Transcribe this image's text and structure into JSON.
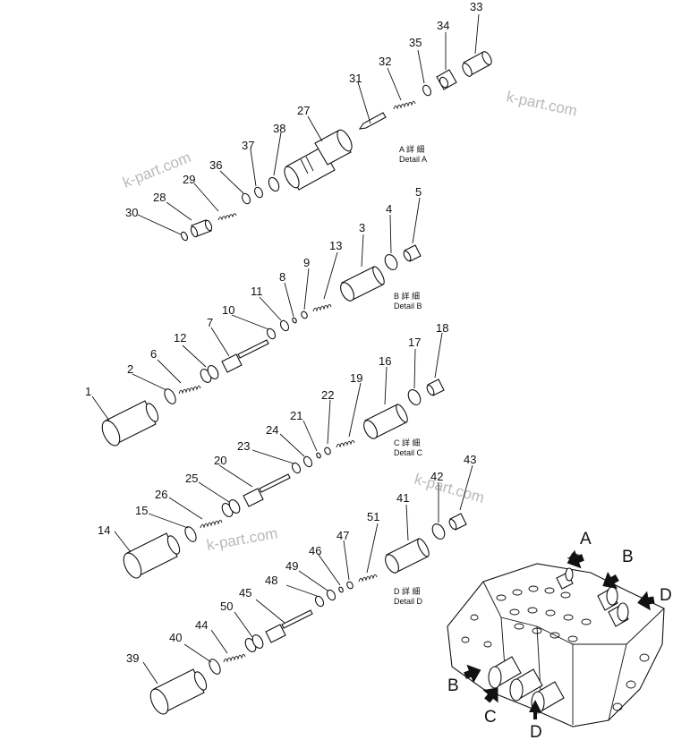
{
  "callouts": {
    "n1": "1",
    "n2": "2",
    "n3": "3",
    "n4": "4",
    "n5": "5",
    "n6": "6",
    "n7": "7",
    "n8": "8",
    "n9": "9",
    "n10": "10",
    "n11": "11",
    "n12": "12",
    "n13": "13",
    "n14": "14",
    "n15": "15",
    "n16": "16",
    "n17": "17",
    "n18": "18",
    "n19": "19",
    "n20": "20",
    "n21": "21",
    "n22": "22",
    "n23": "23",
    "n24": "24",
    "n25": "25",
    "n26": "26",
    "n27": "27",
    "n28": "28",
    "n29": "29",
    "n30": "30",
    "n31": "31",
    "n32": "32",
    "n33": "33",
    "n34": "34",
    "n35": "35",
    "n36": "36",
    "n37": "37",
    "n38": "38",
    "n39": "39",
    "n40": "40",
    "n41": "41",
    "n42": "42",
    "n43": "43",
    "n44": "44",
    "n45": "45",
    "n46": "46",
    "n47": "47",
    "n48": "48",
    "n49": "49",
    "n50": "50",
    "n51": "51"
  },
  "details": {
    "a": {
      "kanji": "A 詳 細",
      "label": "Detail A"
    },
    "b": {
      "kanji": "B 詳 細",
      "label": "Detail B"
    },
    "c": {
      "kanji": "C 詳 細",
      "label": "Detail C"
    },
    "d": {
      "kanji": "D 詳 細",
      "label": "Detail D"
    }
  },
  "view_letters": {
    "top_a": "A",
    "top_b": "B",
    "top_d": "D",
    "bottom_b": "B",
    "bottom_c": "C",
    "bottom_d": "D"
  },
  "watermark": "k-part.com"
}
